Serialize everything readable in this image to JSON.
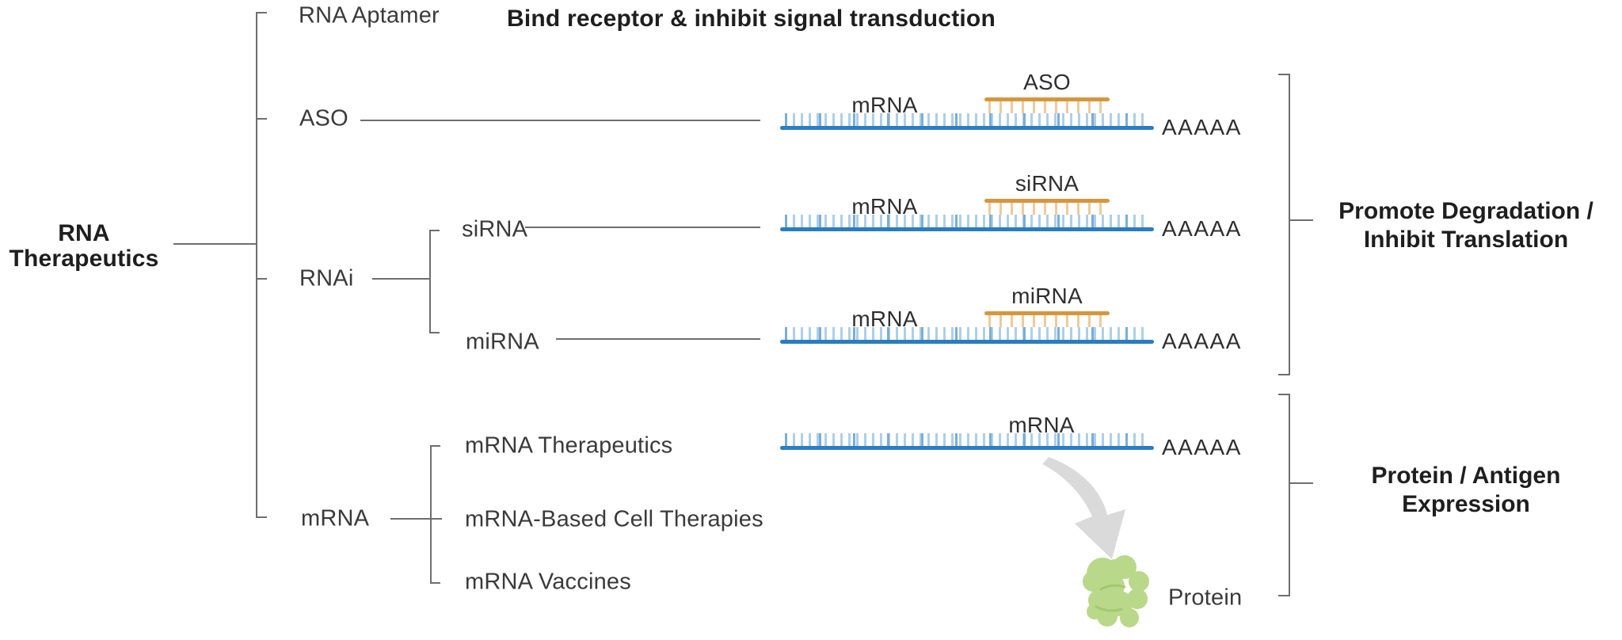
{
  "root": {
    "line1": "RNA",
    "line2": "Therapeutics"
  },
  "tree": {
    "aptamer": "RNA Aptamer",
    "aso": "ASO",
    "rnai": "RNAi",
    "sirna": "siRNA",
    "mirna": "miRNA",
    "mrna": "mRNA",
    "mrna_therapeutics": "mRNA Therapeutics",
    "mrna_cell": "mRNA-Based Cell Therapies",
    "mrna_vaccines": "mRNA Vaccines"
  },
  "annotations": {
    "aptamer_action": "Bind receptor & inhibit signal transduction",
    "degradation_line1": "Promote Degradation /",
    "degradation_line2": "Inhibit Translation",
    "expression_line1": "Protein / Antigen",
    "expression_line2": "Expression"
  },
  "strands": {
    "rows": [
      {
        "mrna_label": "mRNA",
        "duplex_label": "ASO",
        "tail": "AAAAA"
      },
      {
        "mrna_label": "mRNA",
        "duplex_label": "siRNA",
        "tail": "AAAAA"
      },
      {
        "mrna_label": "mRNA",
        "duplex_label": "miRNA",
        "tail": "AAAAA"
      },
      {
        "mrna_label": "mRNA",
        "tail": "AAAAA"
      }
    ]
  },
  "protein": {
    "label": "Protein"
  },
  "colors": {
    "mrna_line": "#2b7dc0",
    "mrna_tick": "#aecfe9",
    "mrna_tick_dark": "#79aedd",
    "duplex_line": "#d6963c",
    "duplex_tick": "#eeca9c",
    "protein_fill": "#b9d889",
    "protein_accent": "#9cc368",
    "arrow_fill": "#dadada",
    "tree_line": "#6e6e6e",
    "text_dark": "#1e1e1e",
    "text_normal": "#3a3a3a"
  }
}
